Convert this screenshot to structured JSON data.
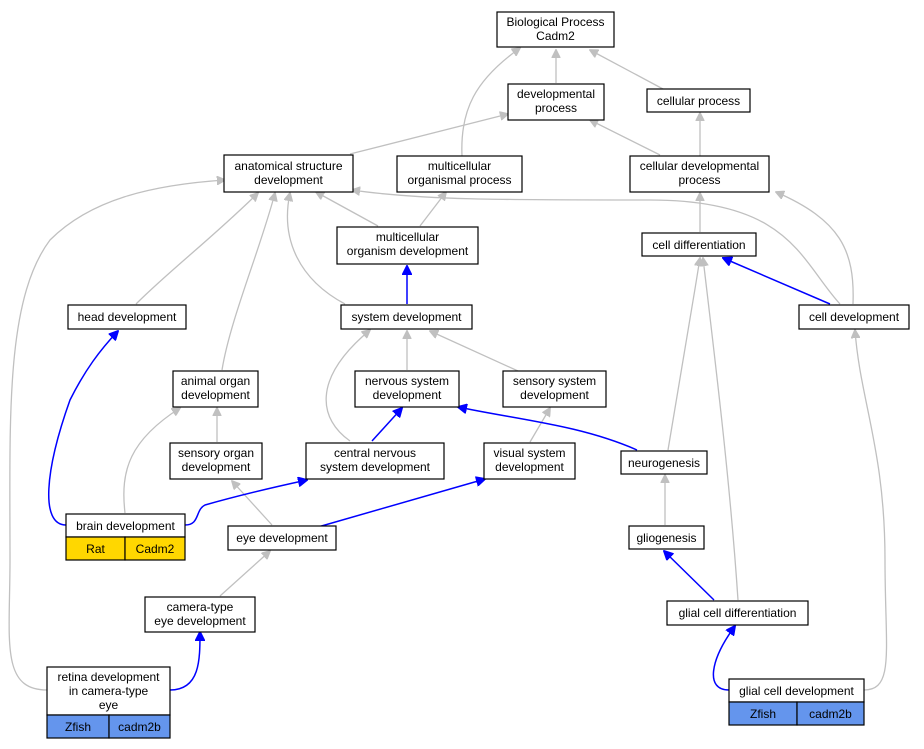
{
  "diagram": {
    "root_line1": "Biological Process",
    "root_line2": "Cadm2",
    "nodes": {
      "developmental_process": [
        "developmental",
        "process"
      ],
      "cellular_process": [
        "cellular process"
      ],
      "anatomical_structure_development": [
        "anatomical structure",
        "development"
      ],
      "multicellular_organismal_process": [
        "multicellular",
        "organismal process"
      ],
      "cellular_developmental_process": [
        "cellular developmental",
        "process"
      ],
      "multicellular_organism_development": [
        "multicellular",
        "organism development"
      ],
      "cell_differentiation": [
        "cell differentiation"
      ],
      "head_development": [
        "head development"
      ],
      "system_development": [
        "system development"
      ],
      "cell_development": [
        "cell development"
      ],
      "animal_organ_development": [
        "animal organ",
        "development"
      ],
      "nervous_system_development": [
        "nervous system",
        "development"
      ],
      "sensory_system_development": [
        "sensory system",
        "development"
      ],
      "sensory_organ_development": [
        "sensory organ",
        "development"
      ],
      "central_nervous_system_development": [
        "central nervous",
        "system development"
      ],
      "visual_system_development": [
        "visual system",
        "development"
      ],
      "neurogenesis": [
        "neurogenesis"
      ],
      "brain_development": [
        "brain development"
      ],
      "eye_development": [
        "eye development"
      ],
      "gliogenesis": [
        "gliogenesis"
      ],
      "camera_type_eye_development": [
        "camera-type",
        "eye development"
      ],
      "glial_cell_differentiation": [
        "glial cell differentiation"
      ],
      "retina_development_in_camera_type_eye": [
        "retina development",
        "in camera-type",
        "eye"
      ],
      "glial_cell_development": [
        "glial cell development"
      ]
    },
    "badges": {
      "brain_development": {
        "species": "Rat",
        "gene": "Cadm2",
        "color": "#ffd700"
      },
      "retina_development_in_camera_type_eye": {
        "species": "Zfish",
        "gene": "cadm2b",
        "color": "#6495ed"
      },
      "glial_cell_development": {
        "species": "Zfish",
        "gene": "cadm2b",
        "color": "#6495ed"
      }
    },
    "edge_colors": {
      "is_a": "#c0c0c0",
      "annotated_path": "#0000ff"
    }
  }
}
